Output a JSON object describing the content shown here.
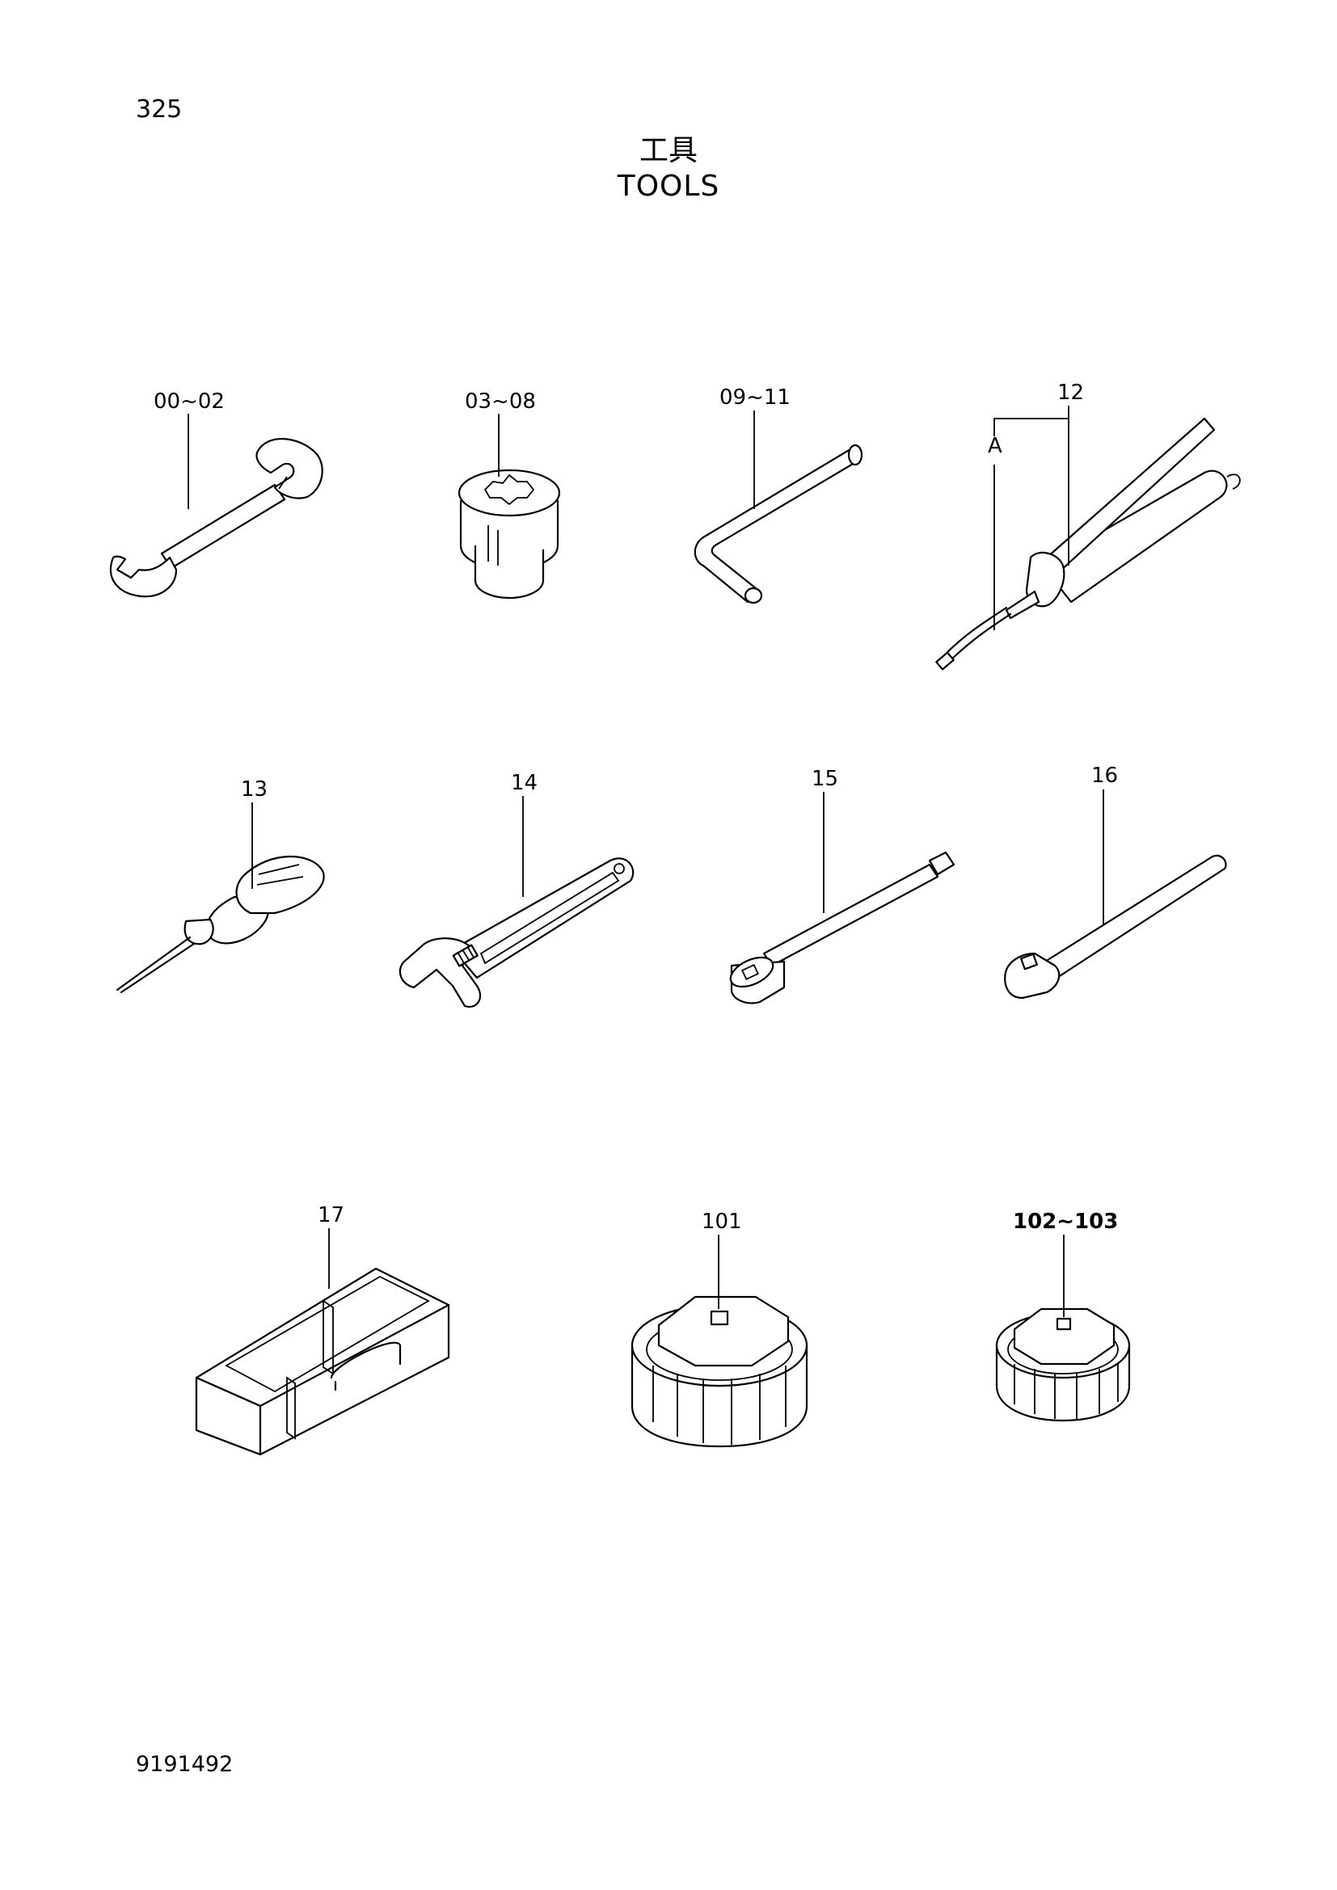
{
  "page": {
    "number": "325",
    "doc_number": "9191492"
  },
  "title": {
    "japanese": "工具",
    "english": "TOOLS"
  },
  "callouts": {
    "wrench": "00~02",
    "socket": "03~08",
    "hex_key": "09~11",
    "grease_gun": "12",
    "grease_gun_a": "A",
    "screwdriver": "13",
    "adjustable_wrench": "14",
    "extension_bar": "15",
    "ratchet_handle": "16",
    "tool_box": "17",
    "filter_wrench_large": "101",
    "filter_wrench_small": "102~103"
  }
}
